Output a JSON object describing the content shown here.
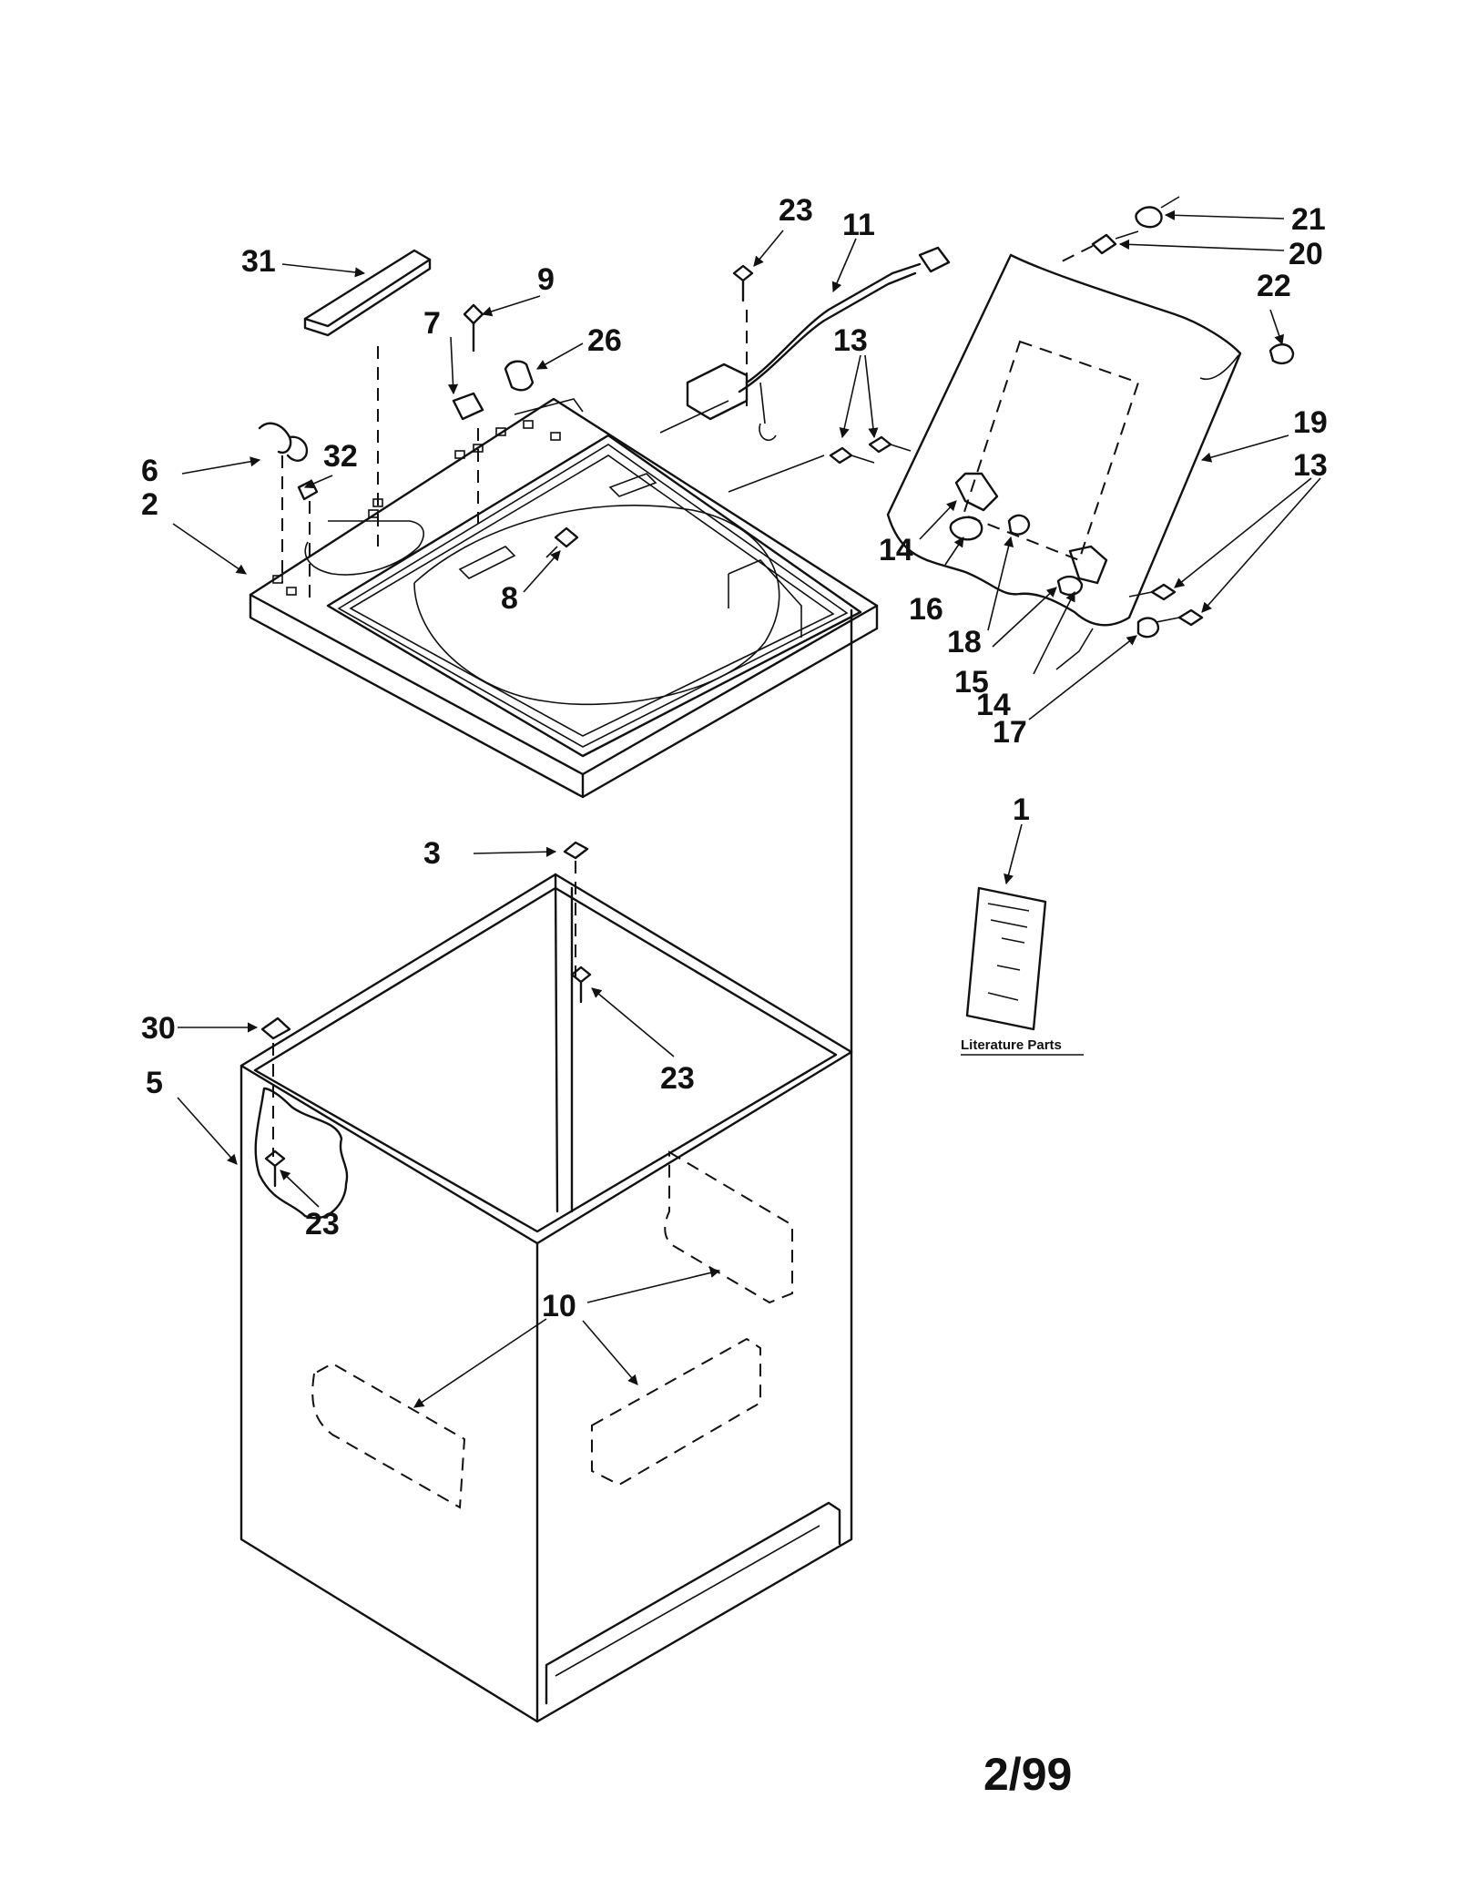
{
  "labels": {
    "p1": "1",
    "p2": "2",
    "p3": "3",
    "p5": "5",
    "p6": "6",
    "p7": "7",
    "p8": "8",
    "p9": "9",
    "p10": "10",
    "p11": "11",
    "p13a": "13",
    "p13b": "13",
    "p14a": "14",
    "p14b": "14",
    "p15": "15",
    "p16": "16",
    "p17": "17",
    "p18": "18",
    "p19": "19",
    "p20": "20",
    "p21": "21",
    "p22": "22",
    "p23a": "23",
    "p23b": "23",
    "p23c": "23",
    "p26": "26",
    "p30": "30",
    "p31": "31",
    "p32": "32"
  },
  "literature_caption": "Literature Parts",
  "page_date": "2/99"
}
